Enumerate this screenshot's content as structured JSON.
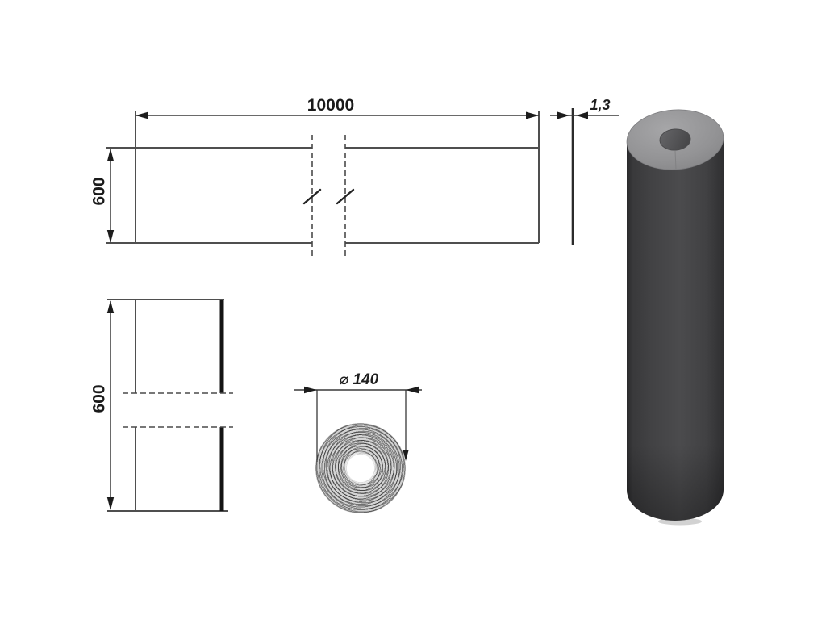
{
  "drawing": {
    "top_view": {
      "length": "10000",
      "width": "600"
    },
    "thickness_detail": {
      "value": "1,3"
    },
    "side_view": {
      "height": "600"
    },
    "section_view": {
      "diameter": "⌀ 140"
    },
    "colors": {
      "outline_line": "#4f4f4f",
      "dimension_line": "#383838",
      "text": "#1a1a1a",
      "bold_edge": "#141414",
      "roll_body": "#424244",
      "roll_top_face": "#929294",
      "roll_hole": "#58585a",
      "background": "#ffffff"
    }
  }
}
